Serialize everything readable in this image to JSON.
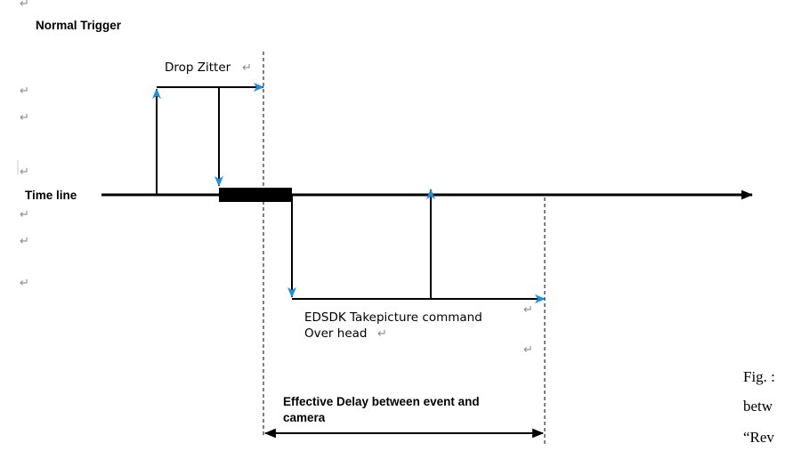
{
  "title": "Normal Trigger",
  "timeline_label": "Time line",
  "drop_label": "Drop Zitter",
  "edsdk_label_line1": "EDSDK Takepicture command",
  "edsdk_label_line2": "Over head",
  "delay_label_line1": "Effective Delay between event and",
  "delay_label_line2": "camera",
  "paragraph_mark": "↵",
  "caption_lines": [
    "Fig. :",
    "betw",
    "“Rev"
  ],
  "colors": {
    "arrow_head": "#1a8fe0",
    "line": "#000000",
    "mark": "#8c8c8c"
  }
}
